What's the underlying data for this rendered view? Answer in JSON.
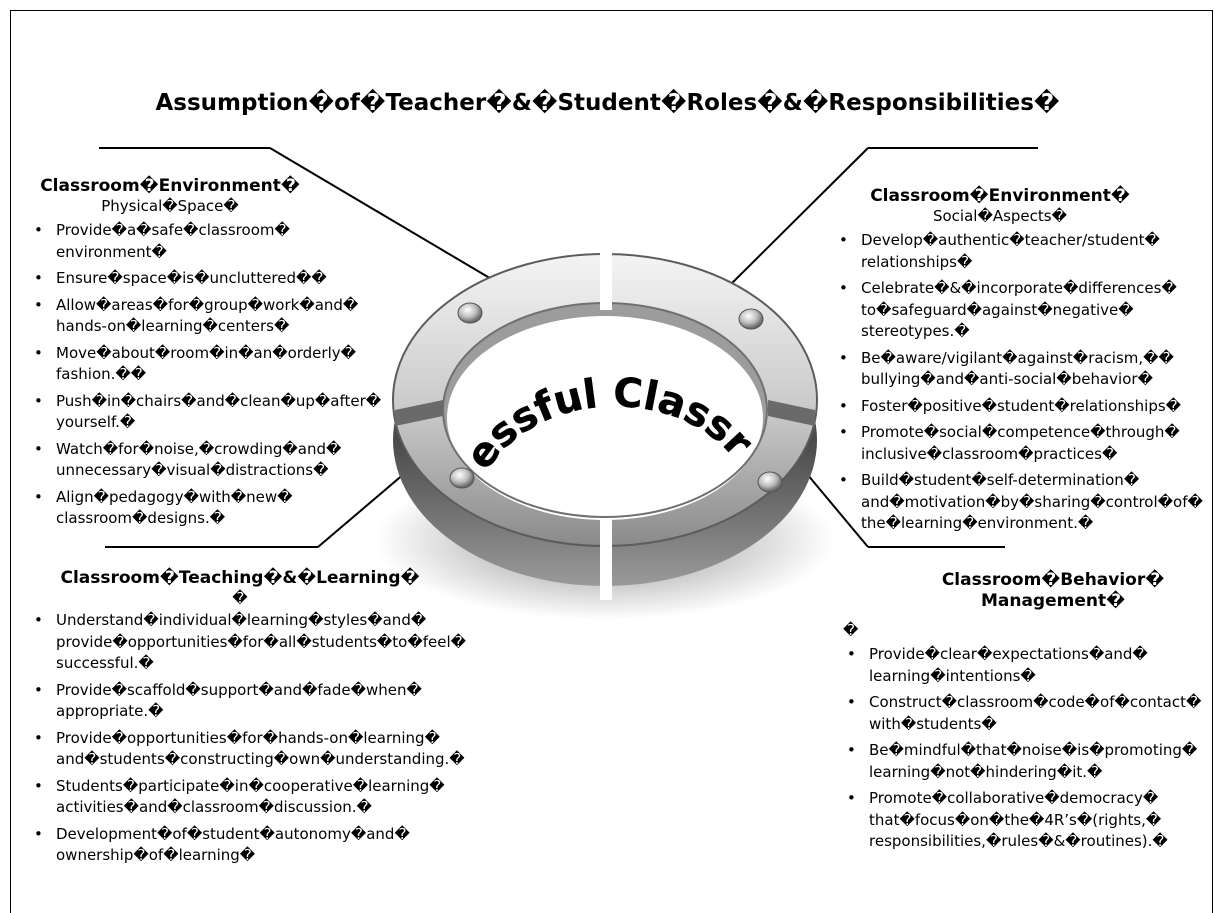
{
  "title": "Assumption�of�Teacher�&�Student�Roles�&�Responsibilities�",
  "center_label": "Successful Classrooms",
  "colors": {
    "ring_light": "#e6e6e6",
    "ring_mid": "#a9a9a9",
    "ring_dark": "#5f5f5f",
    "ring_shadow": "#303030"
  },
  "quadrants": {
    "top_left": {
      "heading": "Classroom�Environment�",
      "subheading": "Physical�Space�",
      "items": [
        "Provide�a�safe�classroom� environment�",
        "Ensure�space�is�uncluttered��",
        "Allow�areas�for�group�work�and� hands-on�learning�centers�",
        "Move�about�room�in�an�orderly� fashion.��",
        "Push�in�chairs�and�clean�up�after� yourself.�",
        "Watch�for�noise,�crowding�and� unnecessary�visual�distractions�",
        "Align�pedagogy�with�new� classroom�designs.�"
      ]
    },
    "top_right": {
      "heading": "Classroom�Environment�",
      "subheading": "Social�Aspects�",
      "items": [
        "Develop�authentic�teacher/student� relationships�",
        "Celebrate�&�incorporate�differences� to�safeguard�against�negative� stereotypes.�",
        "Be�aware/vigilant�against�racism,�� bullying�and�anti-social�behavior�",
        "Foster�positive�student�relationships�",
        "Promote�social�competence�through� inclusive�classroom�practices�",
        "Build�student�self-determination� and�motivation�by�sharing�control�of� the�learning�environment.�"
      ]
    },
    "bottom_left": {
      "heading": "Classroom�Teaching�&�Learning�",
      "heading_extra": "�",
      "items": [
        "Understand�individual�learning�styles�and� provide�opportunities�for�all�students�to�feel� successful.�",
        "Provide�scaffold�support�and�fade�when� appropriate.�",
        "Provide�opportunities�for�hands-on�learning� and�students�constructing�own�understanding.�",
        "Students�participate�in�cooperative�learning� activities�and�classroom�discussion.�",
        "Development�of�student�autonomy�and� ownership�of�learning�"
      ]
    },
    "bottom_right": {
      "heading_line1": "Classroom�Behavior�",
      "heading_line2": "Management�",
      "blank": "�",
      "items": [
        "Provide�clear�expectations�and� learning�intentions�",
        "Construct�classroom�code�of�contact� with�students�",
        "Be�mindful�that�noise�is�promoting� learning�not�hindering�it.�",
        "Promote�collaborative�democracy� that�focus�on�the�4R’s�(rights,� responsibilities,�rules�&�routines).�"
      ]
    }
  }
}
